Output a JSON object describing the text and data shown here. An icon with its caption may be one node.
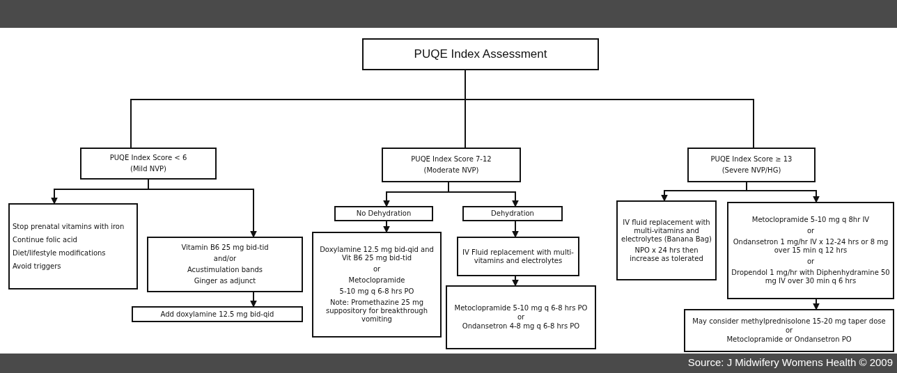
{
  "diagram": {
    "nodes": [
      {
        "text": [
          "PUQE Index Assessment"
        ]
      },
      {
        "text": [
          "PUQE Index Score < 6",
          "(Mild NVP)"
        ]
      },
      {
        "text": [
          "PUQE Index Score 7-12",
          "(Moderate NVP)"
        ]
      },
      {
        "text": [
          "PUQE Index Score ≥ 13",
          "(Severe NVP/HG)"
        ]
      },
      {
        "text": [
          "Stop prenatal vitamins with iron",
          "Continue folic acid",
          "Diet/lifestyle modifications",
          "Avoid triggers"
        ]
      },
      {
        "text": [
          "Vitamin B6 25 mg bid-tid",
          "and/or",
          "Acustimulation bands",
          "Ginger as adjunct"
        ]
      },
      {
        "text": [
          "Add doxylamine 12.5 mg bid-qid"
        ]
      },
      {
        "text": [
          "No Dehydration"
        ]
      },
      {
        "text": [
          "Dehydration"
        ]
      },
      {
        "text": [
          "Doxylamine 12.5 mg bid-qid and Vit B6 25 mg bid-tid",
          "or",
          "Metoclopramide",
          "5-10 mg q 6-8 hrs PO",
          "Note: Promethazine 25 mg suppository for breakthrough vomiting"
        ]
      },
      {
        "text": [
          "IV Fluid replacement with multi-vitamins and electrolytes"
        ]
      },
      {
        "text": [
          "Metoclopramide 5-10 mg q 6-8 hrs PO",
          "or",
          "Ondansetron 4-8 mg q 6-8 hrs PO"
        ]
      },
      {
        "text": [
          "IV fluid replacement with multi-vitamins and electrolytes (Banana Bag)",
          "NPO x 24 hrs then increase as tolerated"
        ]
      },
      {
        "text": [
          "Metoclopramide 5-10 mg q 8hr IV",
          "or",
          "Ondansetron 1 mg/hr IV x 12-24 hrs or 8 mg over 15 min q 12 hrs",
          "or",
          "Dropendol 1 mg/hr with Diphenhydramine 50 mg IV over 30 min q 6 hrs"
        ]
      },
      {
        "text": [
          "May consider methylprednisolone 15-20 mg taper dose",
          "or",
          "Metoclopramide or Ondansetron PO"
        ]
      }
    ],
    "edges": [
      {
        "from": 0,
        "to": 1,
        "arrow": "none"
      },
      {
        "from": 0,
        "to": 2,
        "arrow": "none"
      },
      {
        "from": 0,
        "to": 3,
        "arrow": "none"
      },
      {
        "from": 1,
        "to": 4,
        "arrow": "to"
      },
      {
        "from": 1,
        "to": 5,
        "arrow": "to"
      },
      {
        "from": 5,
        "to": 6,
        "arrow": "to"
      },
      {
        "from": 2,
        "to": 7,
        "arrow": "to"
      },
      {
        "from": 2,
        "to": 8,
        "arrow": "to"
      },
      {
        "from": 7,
        "to": 9,
        "arrow": "to"
      },
      {
        "from": 8,
        "to": 10,
        "arrow": "to"
      },
      {
        "from": 10,
        "to": 11,
        "arrow": "to"
      },
      {
        "from": 3,
        "to": 12,
        "arrow": "to"
      },
      {
        "from": 3,
        "to": 13,
        "arrow": "to"
      },
      {
        "from": 13,
        "to": 14,
        "arrow": "to"
      }
    ],
    "labels": [
      "Source: J Midwifery Womens Health © 2009"
    ]
  }
}
